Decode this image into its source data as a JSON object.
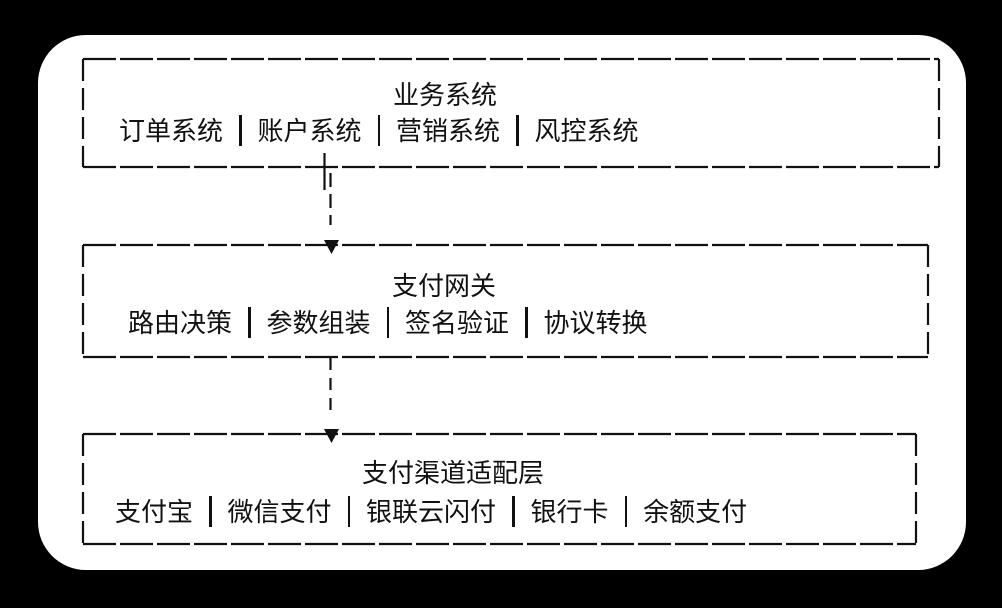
{
  "page": {
    "background_color": "#000000",
    "card_color": "#ffffff",
    "ink_color": "#111111",
    "item_separator_glyph": "｜"
  },
  "diagram": {
    "layers": [
      {
        "id": "business",
        "title": "业务系统",
        "items": [
          "订单系统",
          "账户系统",
          "营销系统",
          "风控系统"
        ]
      },
      {
        "id": "gateway",
        "title": "支付网关",
        "items": [
          "路由决策",
          "参数组装",
          "签名验证",
          "协议转换"
        ]
      },
      {
        "id": "channel-adapter",
        "title": "支付渠道适配层",
        "items": [
          "支付宝",
          "微信支付",
          "银联云闪付",
          "银行卡",
          "余额支付"
        ]
      }
    ],
    "connectors": [
      {
        "from": "业务系统",
        "to": "支付网关",
        "icon": "arrow-down-icon"
      },
      {
        "from": "支付网关",
        "to": "支付渠道适配层",
        "icon": "arrow-down-icon"
      }
    ]
  }
}
